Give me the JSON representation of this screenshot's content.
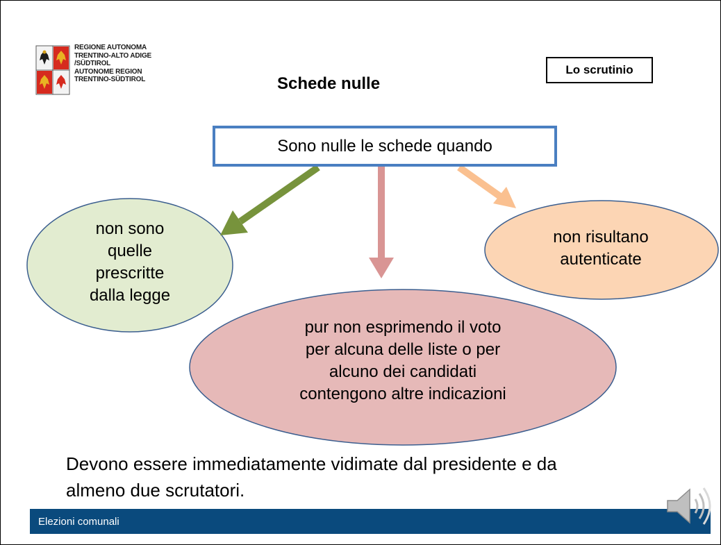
{
  "logo": {
    "lines": [
      "REGIONE AUTONOMA",
      "TRENTINO-ALTO ADIGE",
      "/SÜDTIROL",
      "AUTONOME REGION",
      "TRENTINO-SÜDTIROL"
    ]
  },
  "slide": {
    "title": "Schede nulle",
    "section_tag": "Lo scrutinio"
  },
  "diagram": {
    "root": "Sono nulle le schede quando",
    "branches": [
      {
        "lines": [
          "non sono",
          "quelle",
          "prescritte",
          "dalla legge"
        ],
        "color": "#e2ecd0",
        "arrow_color": "#77933c"
      },
      {
        "lines": [
          "pur non esprimendo il voto",
          "per alcuna delle liste o per",
          "alcuno dei candidati",
          "contengono altre indicazioni"
        ],
        "color": "#e6b9b8",
        "arrow_color": "#d99594"
      },
      {
        "lines": [
          "non risultano",
          "autenticate"
        ],
        "color": "#fcd5b4",
        "arrow_color": "#fac090"
      }
    ]
  },
  "note": {
    "lines": [
      "Devono essere immediatamente vidimate dal presidente e da",
      "almeno due scrutatori."
    ]
  },
  "footer": {
    "label": "Elezioni comunali",
    "bar_color": "#0a4a7d"
  },
  "icons": {
    "speaker": "speaker-icon",
    "coat_of_arms": "coat-of-arms-icon"
  }
}
